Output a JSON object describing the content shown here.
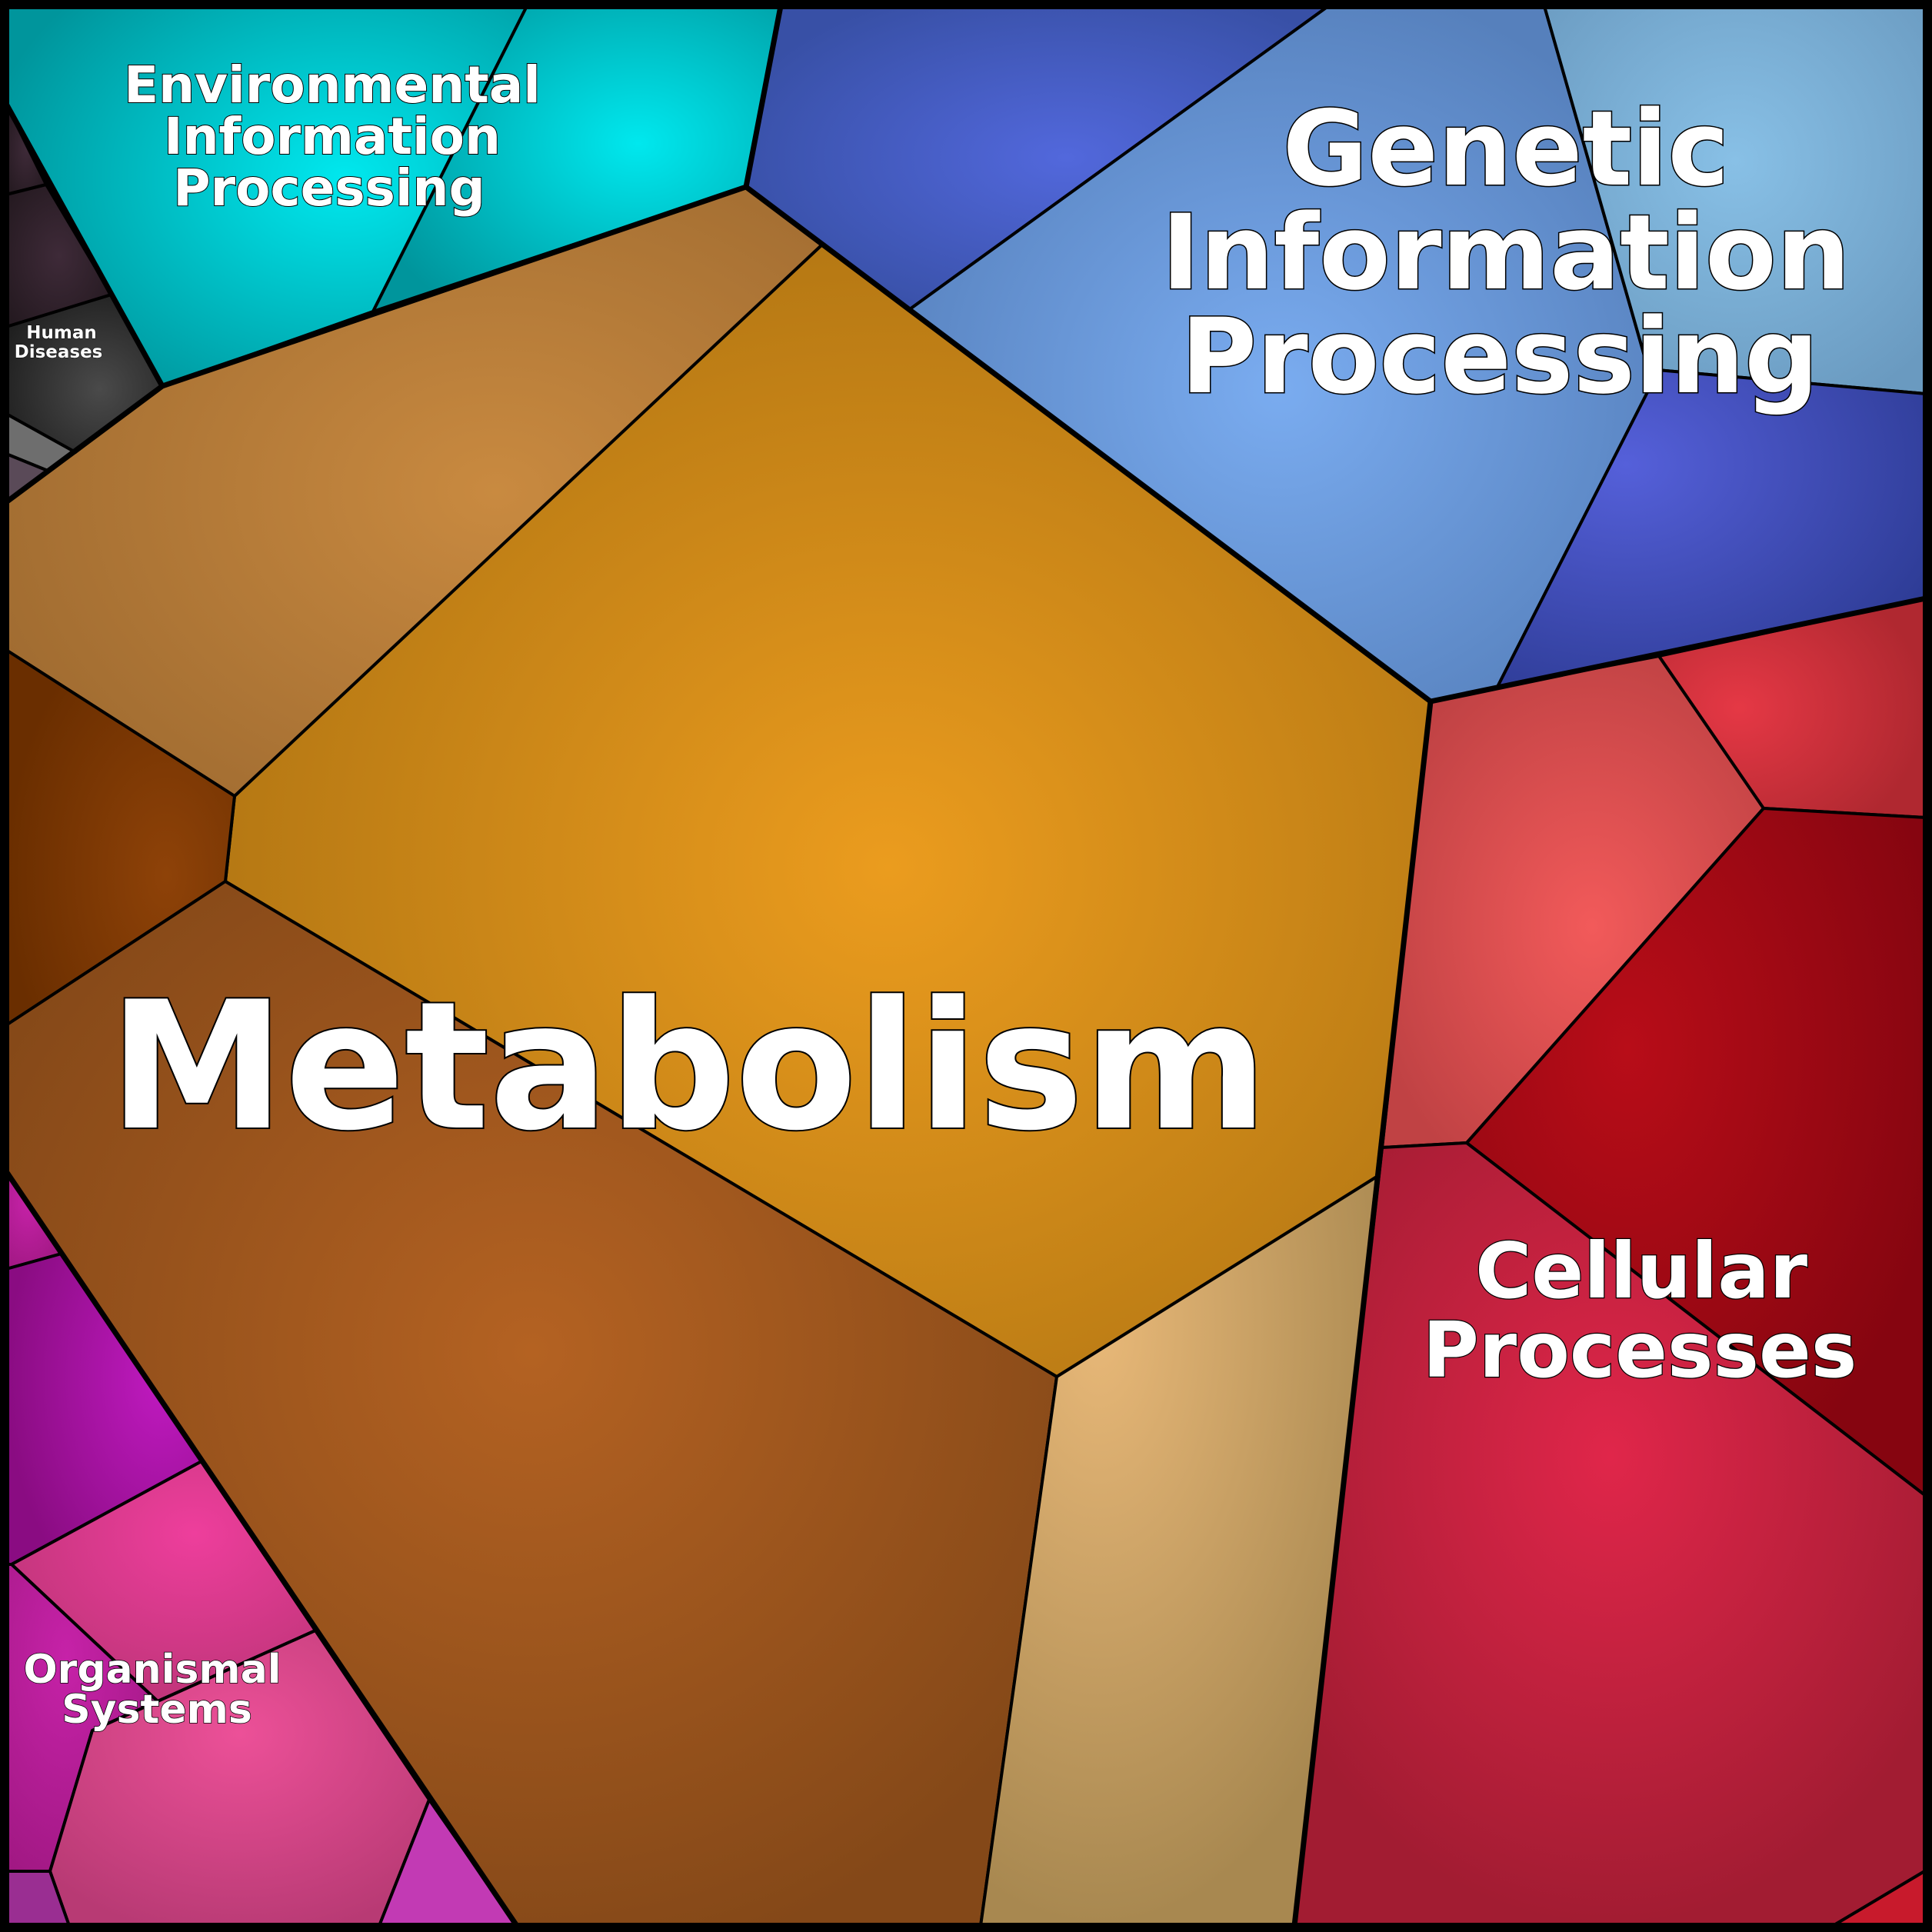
{
  "labels": {
    "metabolism": "Metabolism",
    "genetic": [
      "Genetic",
      "Information",
      "Processing"
    ],
    "environmental": [
      "Environmental",
      "Information",
      "Processing"
    ],
    "cellular": [
      "Cellular",
      "Processes"
    ],
    "organismal": [
      "Organismal",
      "Systems"
    ],
    "human_diseases": [
      "Human",
      "Diseases"
    ]
  },
  "colors": {
    "metabolism": "#E69A1C",
    "genetic": "#78A8EE",
    "environmental": "#00E6EE",
    "cellular": "#E0253F",
    "organismal": "#E8409A",
    "human_diseases": "#3A3A3A",
    "border": "#000000"
  }
}
